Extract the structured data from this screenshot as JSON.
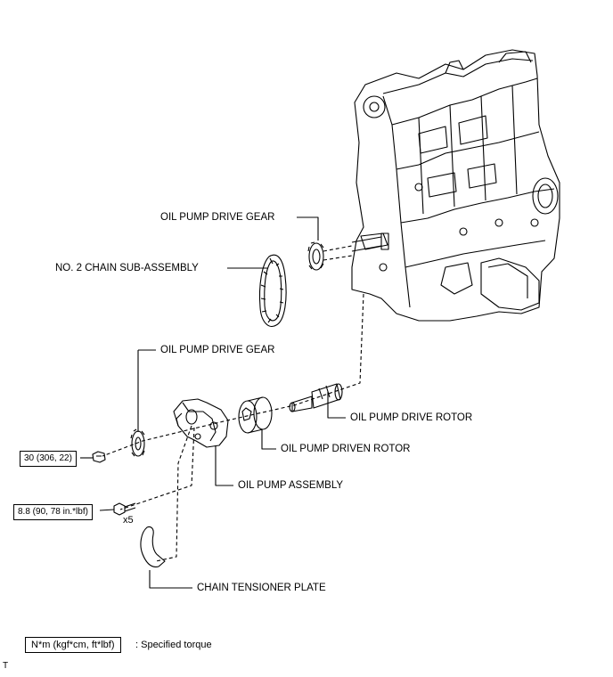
{
  "labels": {
    "oil_pump_drive_gear_upper": "OIL PUMP DRIVE GEAR",
    "no2_chain": "NO. 2 CHAIN SUB-ASSEMBLY",
    "oil_pump_drive_gear_lower": "OIL PUMP DRIVE GEAR",
    "oil_pump_drive_rotor": "OIL PUMP DRIVE ROTOR",
    "oil_pump_driven_rotor": "OIL PUMP DRIVEN ROTOR",
    "oil_pump_assembly": "OIL PUMP ASSEMBLY",
    "chain_tensioner_plate": "CHAIN TENSIONER PLATE"
  },
  "torque": {
    "nut": "30 (306, 22)",
    "bolt": "8.8 (90, 78 in.*lbf)",
    "bolt_qty": "x5"
  },
  "legend": {
    "unit": "N*m (kgf*cm, ft*lbf)",
    "text": ": Specified torque"
  },
  "corner_mark": "T"
}
